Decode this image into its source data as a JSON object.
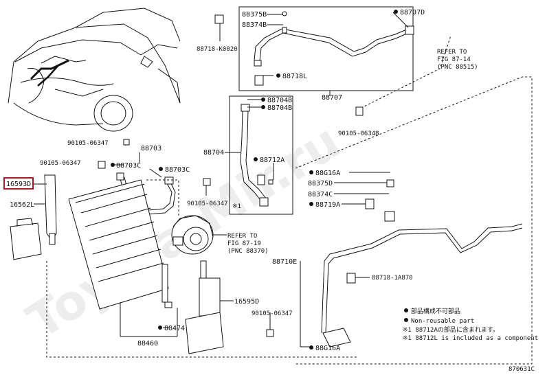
{
  "watermark": "Toyota-Mir.ru",
  "figure_code": "870631C",
  "legend": {
    "symbol1": "部品構成不可部品",
    "text1": "Non-reusable part",
    "note1": "※1 88712Aの部品に含まれます。",
    "note2": "※1 88712L is included as a component"
  },
  "refers": {
    "r1_line1": "REFER TO",
    "r1_line2": "FIG 87-14",
    "r1_line3": "(PNC 88515)",
    "r2_line1": "REFER TO",
    "r2_line2": "FIG 87-19",
    "r2_line3": "(PNC 88370)"
  },
  "marker_x1": "※1",
  "parts": {
    "p88375B": "88375B",
    "p88374B": "88374B",
    "p88718K": "88718-K0020",
    "p88707D": "88707D",
    "p88718L": "88718L",
    "p88707": "88707",
    "p88704B_1": "88704B",
    "p88704B_2": "88704B",
    "p9010506348": "90105-06348",
    "p88704": "88704",
    "p88712A": "88712A",
    "p9010506347_a": "90105-06347",
    "p88703": "88703",
    "p9010506347_b": "90105-06347",
    "p88703C_1": "88703C",
    "p88703C_2": "88703C",
    "p16593D": "16593D",
    "p16562L": "16562L",
    "p9010506347_c": "90105-06347",
    "p88716A_1": "88G16A",
    "p88375D": "88375D",
    "p88374C": "88374C",
    "p88719A": "88719A",
    "p88710E": "88710E",
    "p88718_1A870": "88718-1A870",
    "p16595D": "16595D",
    "p9010506347_d": "90105-06347",
    "p88474": "88474",
    "p88460": "88460",
    "p88716A_2": "88G16A"
  }
}
